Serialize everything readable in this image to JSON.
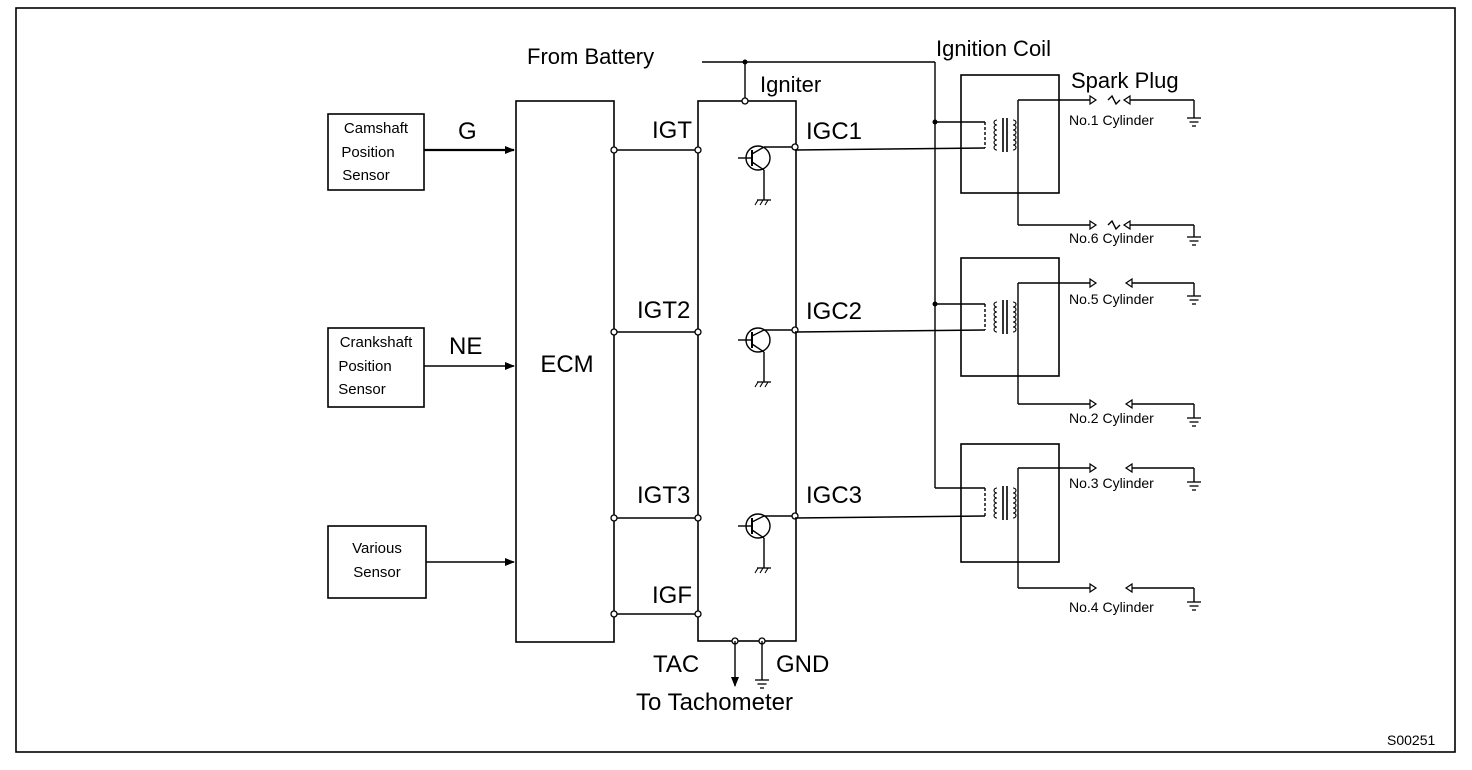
{
  "sensors": {
    "camshaft": [
      "Camshaft",
      "Position",
      "Sensor"
    ],
    "crankshaft": [
      "Crankshaft",
      "Position",
      "Sensor"
    ],
    "various": [
      "Various",
      "Sensor"
    ]
  },
  "signals": {
    "g": "G",
    "ne": "NE"
  },
  "ecm": {
    "label": "ECM"
  },
  "battery": {
    "label": "From Battery"
  },
  "igniter": {
    "label": "Igniter",
    "igt": [
      "IGT",
      "IGT2",
      "IGT3"
    ],
    "igc": [
      "IGC1",
      "IGC2",
      "IGC3"
    ],
    "igf": "IGF",
    "tac": "TAC",
    "gnd": "GND",
    "tachometer": "To Tachometer"
  },
  "coil": {
    "label": "Ignition Coil"
  },
  "spark_plug": {
    "label": "Spark Plug"
  },
  "cylinders": [
    "No.1 Cylinder",
    "No.6 Cylinder",
    "No.5 Cylinder",
    "No.2 Cylinder",
    "No.3 Cylinder",
    "No.4 Cylinder"
  ],
  "figure_code": "S00251"
}
